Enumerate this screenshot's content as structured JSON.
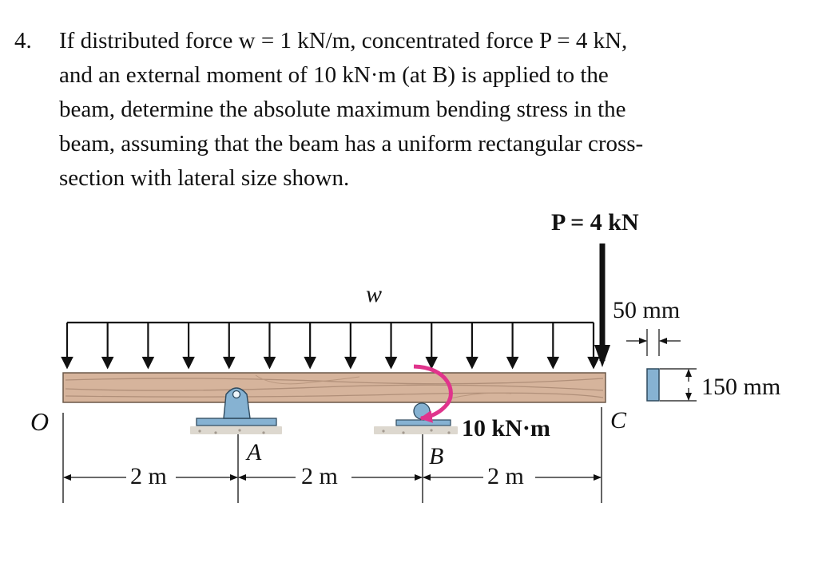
{
  "problem": {
    "number": "4.",
    "line1": "If distributed force w = 1 kN/m, concentrated force P = 4 kN,",
    "line2": "and an external moment of 10 kN·m (at B) is applied to the",
    "line3": "beam, determine the absolute maximum bending stress in the",
    "line4": "beam, assuming that the beam has a uniform rectangular cross-",
    "line5": "section with lateral size shown."
  },
  "figure": {
    "load_P_label": "P = 4 kN",
    "load_w_label": "w",
    "moment_label": "10 kN·m",
    "point_O": "O",
    "point_A": "A",
    "point_B": "B",
    "point_C": "C",
    "dim_OA": "2 m",
    "dim_AB": "2 m",
    "dim_BC": "2 m",
    "section_width": "50 mm",
    "section_height": "150 mm"
  },
  "colors": {
    "beam_wood": "#d6b49c",
    "support_blue": "#86b2d2",
    "moment_arrow": "#e0348c",
    "ground": "#ddd8cf"
  }
}
